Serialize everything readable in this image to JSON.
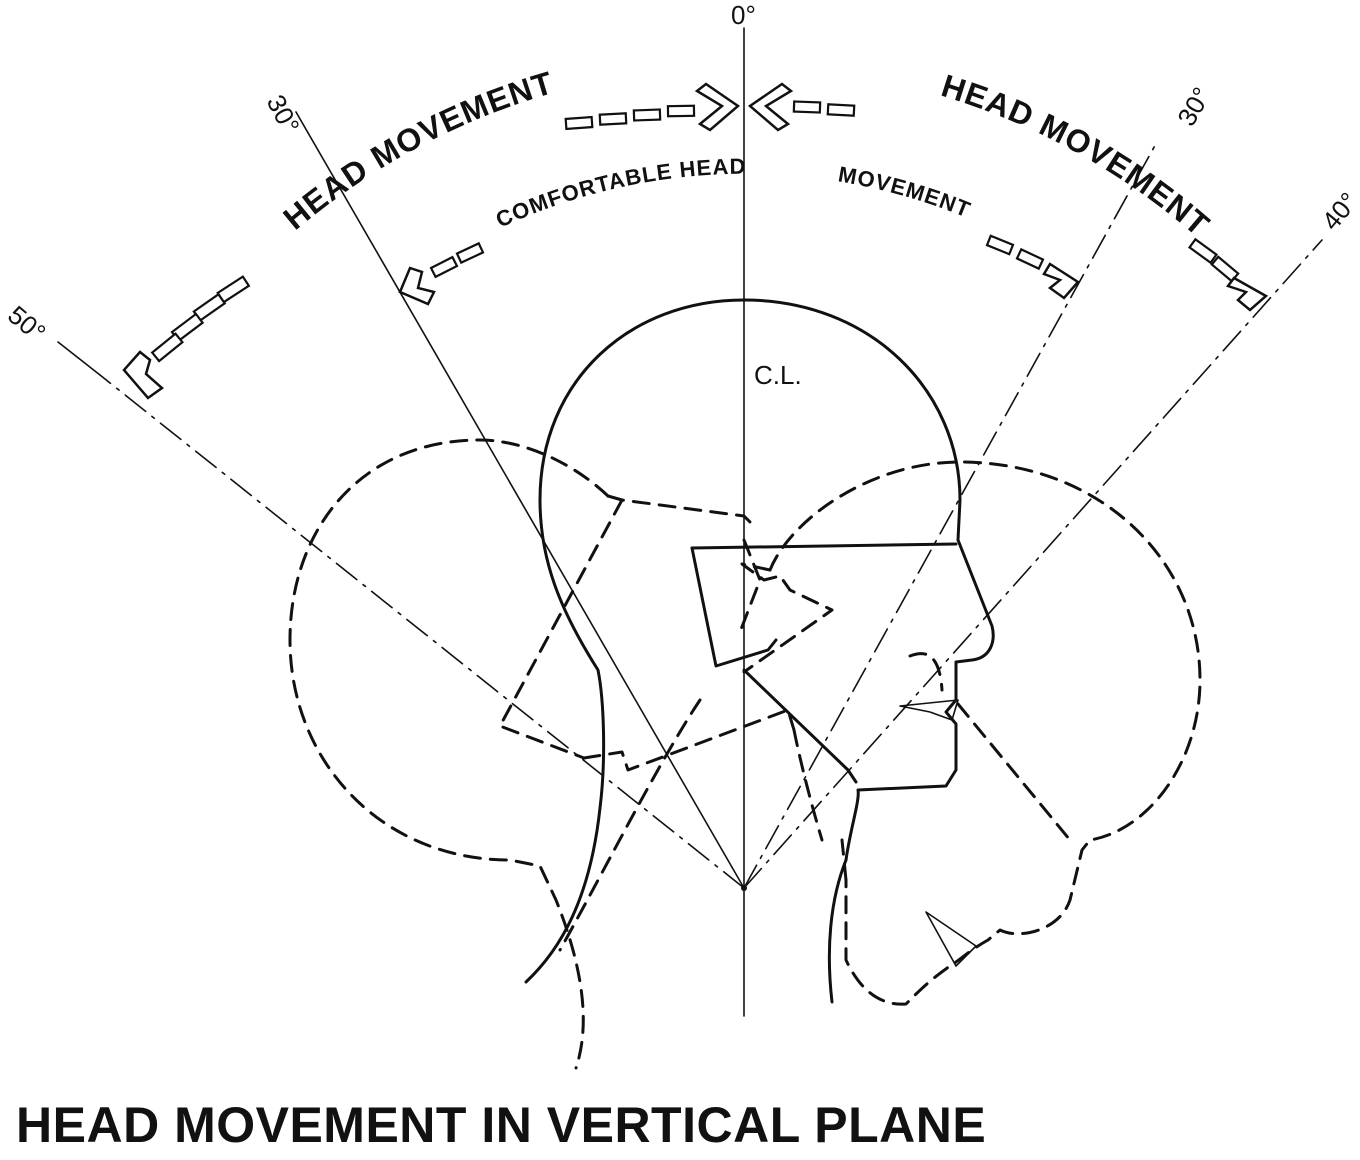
{
  "diagram": {
    "caption": "HEAD MOVEMENT IN VERTICAL PLANE",
    "labels": {
      "angle_0": "0°",
      "angle_up_30": "30°",
      "angle_up_50": "50°",
      "angle_down_30": "30°",
      "angle_down_40": "40°",
      "centerline": "C.L.",
      "head_movement_up": "HEAD MOVEMENT",
      "head_movement_down": "HEAD MOVEMENT",
      "comfortable_1": "COMFORTABLE HEAD",
      "comfortable_2": "MOVEMENT"
    }
  }
}
